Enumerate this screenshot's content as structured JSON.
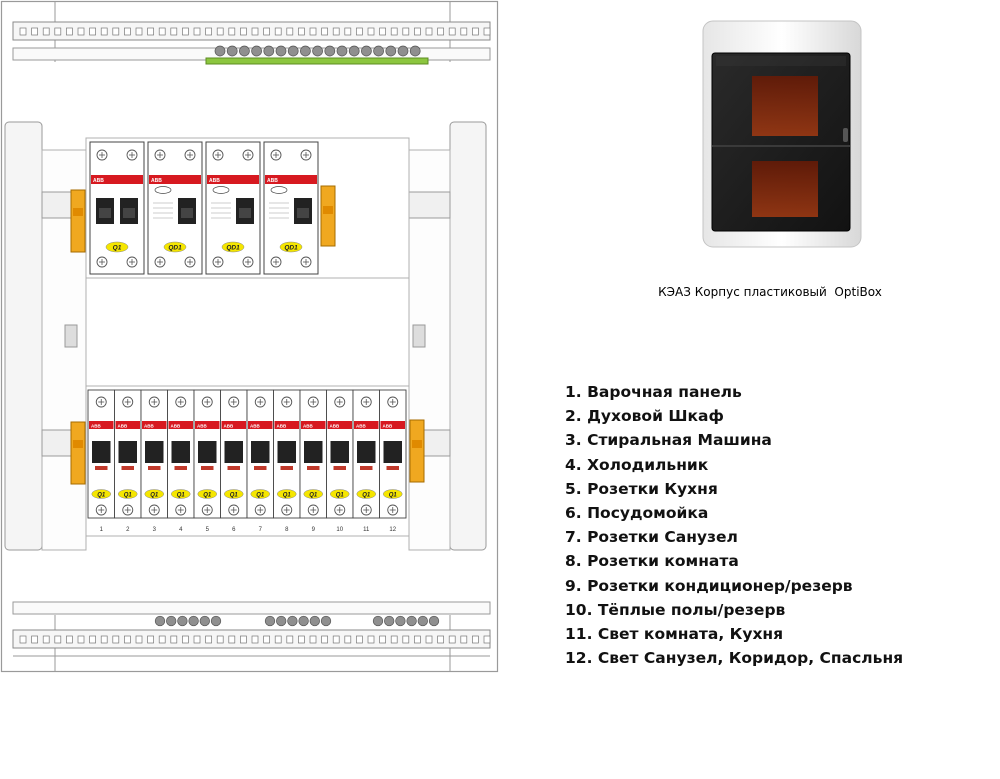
{
  "upper_breakers": [
    {
      "label": "Q1",
      "poles": 2
    },
    {
      "label": "QD1",
      "poles": 1
    },
    {
      "label": "QD1",
      "poles": 1
    },
    {
      "label": "QD1",
      "poles": 1
    }
  ],
  "lower_breakers": [
    {
      "label": "Q1",
      "number": "1"
    },
    {
      "label": "Q1",
      "number": "2"
    },
    {
      "label": "Q1",
      "number": "3"
    },
    {
      "label": "Q1",
      "number": "4"
    },
    {
      "label": "Q1",
      "number": "5"
    },
    {
      "label": "Q1",
      "number": "6"
    },
    {
      "label": "Q1",
      "number": "7"
    },
    {
      "label": "Q1",
      "number": "8"
    },
    {
      "label": "Q1",
      "number": "9"
    },
    {
      "label": "Q1",
      "number": "10"
    },
    {
      "label": "Q1",
      "number": "11"
    },
    {
      "label": "Q1",
      "number": "12"
    }
  ],
  "brand": "ABB",
  "bus_bars": {
    "earth_color": "#8cc63f",
    "neutral_color": "#29abe2"
  },
  "colors": {
    "breaker_red": "#d71920",
    "label_yellow": "#f5e600",
    "clamp_orange": "#f0a820"
  },
  "caption": "КЭАЗ Корпус пластиковый  OptiBox",
  "legend": [
    "1. Варочная панель",
    "2. Духовой Шкаф",
    "3. Стиральная Машина",
    "4. Холодильник",
    "5. Розетки Кухня",
    "6. Посудомойка",
    "7. Розетки Санузел",
    "8. Розетки комната",
    "9. Розетки кондиционер/резерв",
    "10. Тёплые полы/резерв",
    "11. Свет комната, Кухня",
    "12. Свет Санузел, Коридор, Спасльня"
  ]
}
